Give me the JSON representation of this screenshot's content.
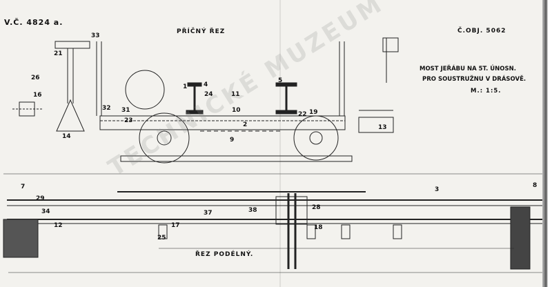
{
  "drawing": {
    "drawing_no": "V.Č. 4824 a.",
    "order_no": "Č.OBJ. 5062",
    "title_line1": "MOST JEŘÁBU NA 5T. ÚNOSN.",
    "title_line2": "PRO SOUSTRUŽNU V DRÁSOVĚ.",
    "scale": "M.: 1:5.",
    "cross_section_label": "PŘÍČNÝ ŘEZ",
    "long_section_label": "ŘEZ PODÉLNÝ.",
    "watermark": "TECHNICKÉ MUZEUM V BRNĚ"
  },
  "callouts": [
    "33",
    "21",
    "26",
    "16",
    "14",
    "1",
    "4",
    "24",
    "11",
    "5",
    "10",
    "2",
    "9",
    "32",
    "31",
    "23",
    "19",
    "22",
    "13",
    "7",
    "8",
    "29",
    "34",
    "12",
    "37",
    "38",
    "28",
    "18",
    "17",
    "25",
    "3"
  ]
}
